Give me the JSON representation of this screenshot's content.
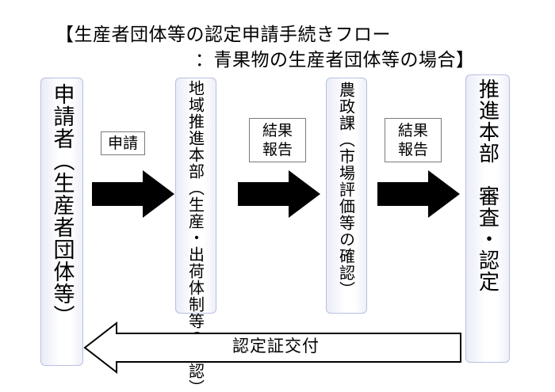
{
  "title": {
    "line1": "【生産者団体等の認定申請手続きフロー",
    "line2": "：青果物の生産者団体等の場合】"
  },
  "flow": {
    "steps": [
      {
        "label": "申請者（生産者団体等）"
      },
      {
        "label": "地域推進本部（生産・出荷体制等の確認）"
      },
      {
        "label": "農政課（市場評価等の確認）"
      },
      {
        "label": "推進本部　審査・認定"
      }
    ],
    "arrow_labels": [
      "申請",
      "結果\n報告",
      "結果\n報告"
    ],
    "return_label": "認定証交付"
  },
  "colors": {
    "box_border": "#b8c0e2",
    "box_gradient_edge": "#e9ecf8",
    "arrow_fill": "#000000"
  }
}
